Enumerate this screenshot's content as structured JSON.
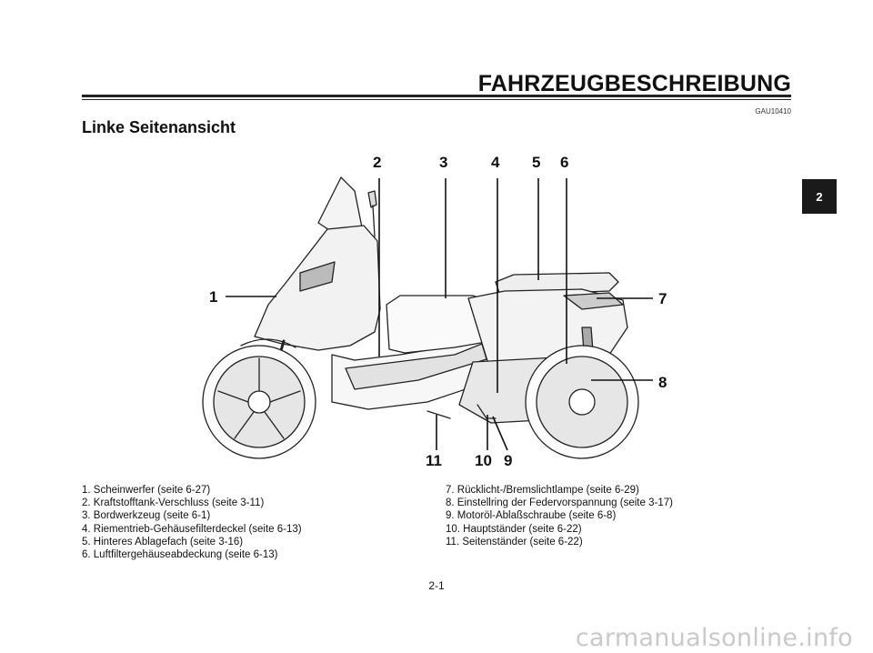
{
  "header": {
    "title": "FAHRZEUGBESCHREIBUNG",
    "code": "GAU10410"
  },
  "section": {
    "title": "Linke Seitenansicht",
    "tab": "2"
  },
  "callouts": [
    "1",
    "2",
    "3",
    "4",
    "5",
    "6",
    "7",
    "8",
    "9",
    "10",
    "11"
  ],
  "legend": {
    "left": [
      "1. Scheinwerfer (seite 6-27)",
      "2. Kraftstofftank-Verschluss (seite 3-11)",
      "3. Bordwerkzeug (seite 6-1)",
      "4. Riementrieb-Gehäusefilterdeckel (seite 6-13)",
      "5. Hinteres Ablagefach (seite 3-16)",
      "6. Luftfiltergehäuseabdeckung (seite 6-13)"
    ],
    "right": [
      "7. Rücklicht-/Bremslichtlampe (seite 6-29)",
      "8. Einstellring der Federvorspannung (seite 3-17)",
      "9. Motoröl-Ablaßschraube (seite 6-8)",
      "10. Hauptständer (seite 6-22)",
      "11. Seitenständer (seite 6-22)"
    ]
  },
  "footer": {
    "page": "2-1",
    "watermark": "carmanualsonline.info"
  },
  "colors": {
    "ink": "#111111",
    "tab_background": "#1a1a1a",
    "watermark": "#c9c9c9"
  }
}
